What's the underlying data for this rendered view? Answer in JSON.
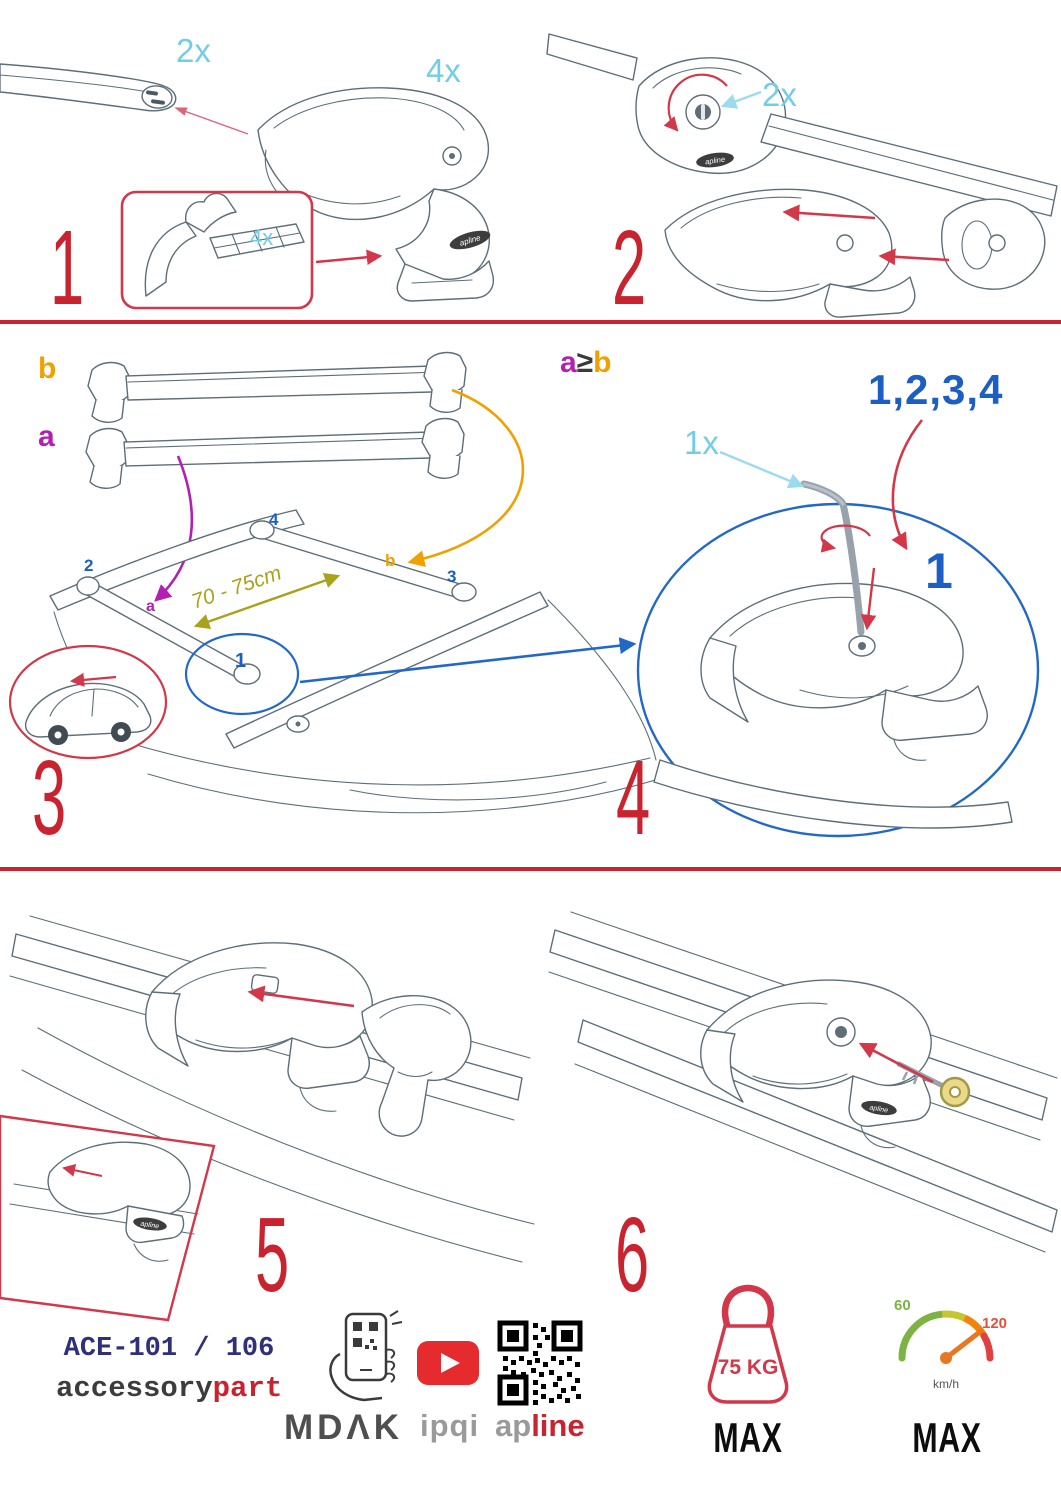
{
  "colors": {
    "red": "#c8232e",
    "cyan": "#74cde6",
    "purple": "#b21fb2",
    "orange": "#f0a100",
    "olive": "#a8a21c",
    "blue": "#1c5fc4",
    "navy": "#2f2f7a"
  },
  "step1": {
    "number": "1",
    "bar_qty": "2x",
    "clamp_qty": "4x",
    "pad_qty": "4x"
  },
  "step2": {
    "number": "2",
    "lock_qty": "2x"
  },
  "step3": {
    "number": "3",
    "bar_b_label": "b",
    "bar_a_label": "a",
    "pos_1": "1",
    "pos_2": "2",
    "pos_3": "3",
    "pos_4": "4",
    "roof_a": "a",
    "roof_b": "b",
    "distance": "70 - 75cm"
  },
  "step4": {
    "number": "4",
    "rule_a": "a",
    "rule_op": "≥",
    "rule_b": "b",
    "tool_qty": "1x",
    "sequence": "1,2,3,4",
    "first": "1"
  },
  "step5": {
    "number": "5"
  },
  "step6": {
    "number": "6"
  },
  "branding": {
    "clamp_logo": "apline",
    "product_code": "ACE-101 / 106",
    "brand_gray": "accessory",
    "brand_red": "part",
    "mdak": "MDΛK",
    "ipqi": "ipqi",
    "apline_gray": "ap",
    "apline_red": "line"
  },
  "limits": {
    "weight": "75 KG",
    "weight_max": "MAX",
    "speed_60": "60",
    "speed_120": "120",
    "speed_unit": "km/h",
    "speed_max": "MAX"
  }
}
